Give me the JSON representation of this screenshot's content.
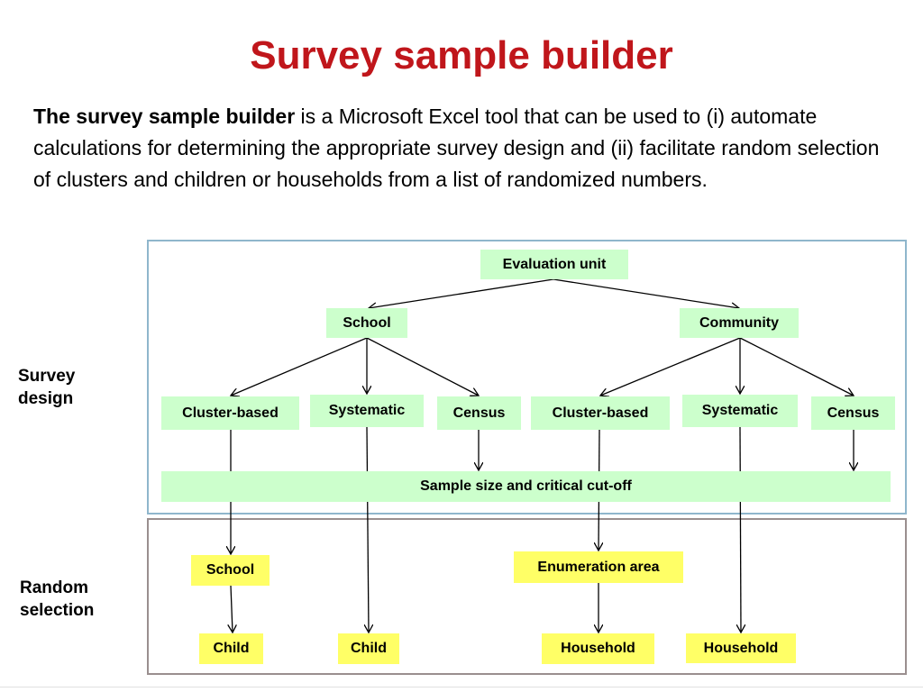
{
  "title": "Survey sample builder",
  "intro": {
    "bold": "The survey sample builder",
    "rest": " is a Microsoft Excel tool that can be used to (i) automate calculations for determining the appropriate survey design and (ii) facilitate random selection of clusters and children or households from a list of randomized numbers."
  },
  "side_labels": {
    "design_line1": "Survey",
    "design_line2": "design",
    "random_line1": "Random",
    "random_line2": "selection"
  },
  "nodes": {
    "evaluation_unit": "Evaluation unit",
    "school": "School",
    "community": "Community",
    "cluster_based_1": "Cluster-based",
    "systematic_1": "Systematic",
    "census_1": "Census",
    "cluster_based_2": "Cluster-based",
    "systematic_2": "Systematic",
    "census_2": "Census",
    "sample_size": "Sample size and critical cut-off",
    "school_sel": "School",
    "enumeration_area": "Enumeration area",
    "child_1": "Child",
    "child_2": "Child",
    "household_1": "Household",
    "household_2": "Household"
  },
  "colors": {
    "title": "#c0161b",
    "green_box": "#ccffcc",
    "yellow_box": "#ffff66",
    "design_border": "#8fb6cc",
    "random_border": "#9a8f8f"
  }
}
